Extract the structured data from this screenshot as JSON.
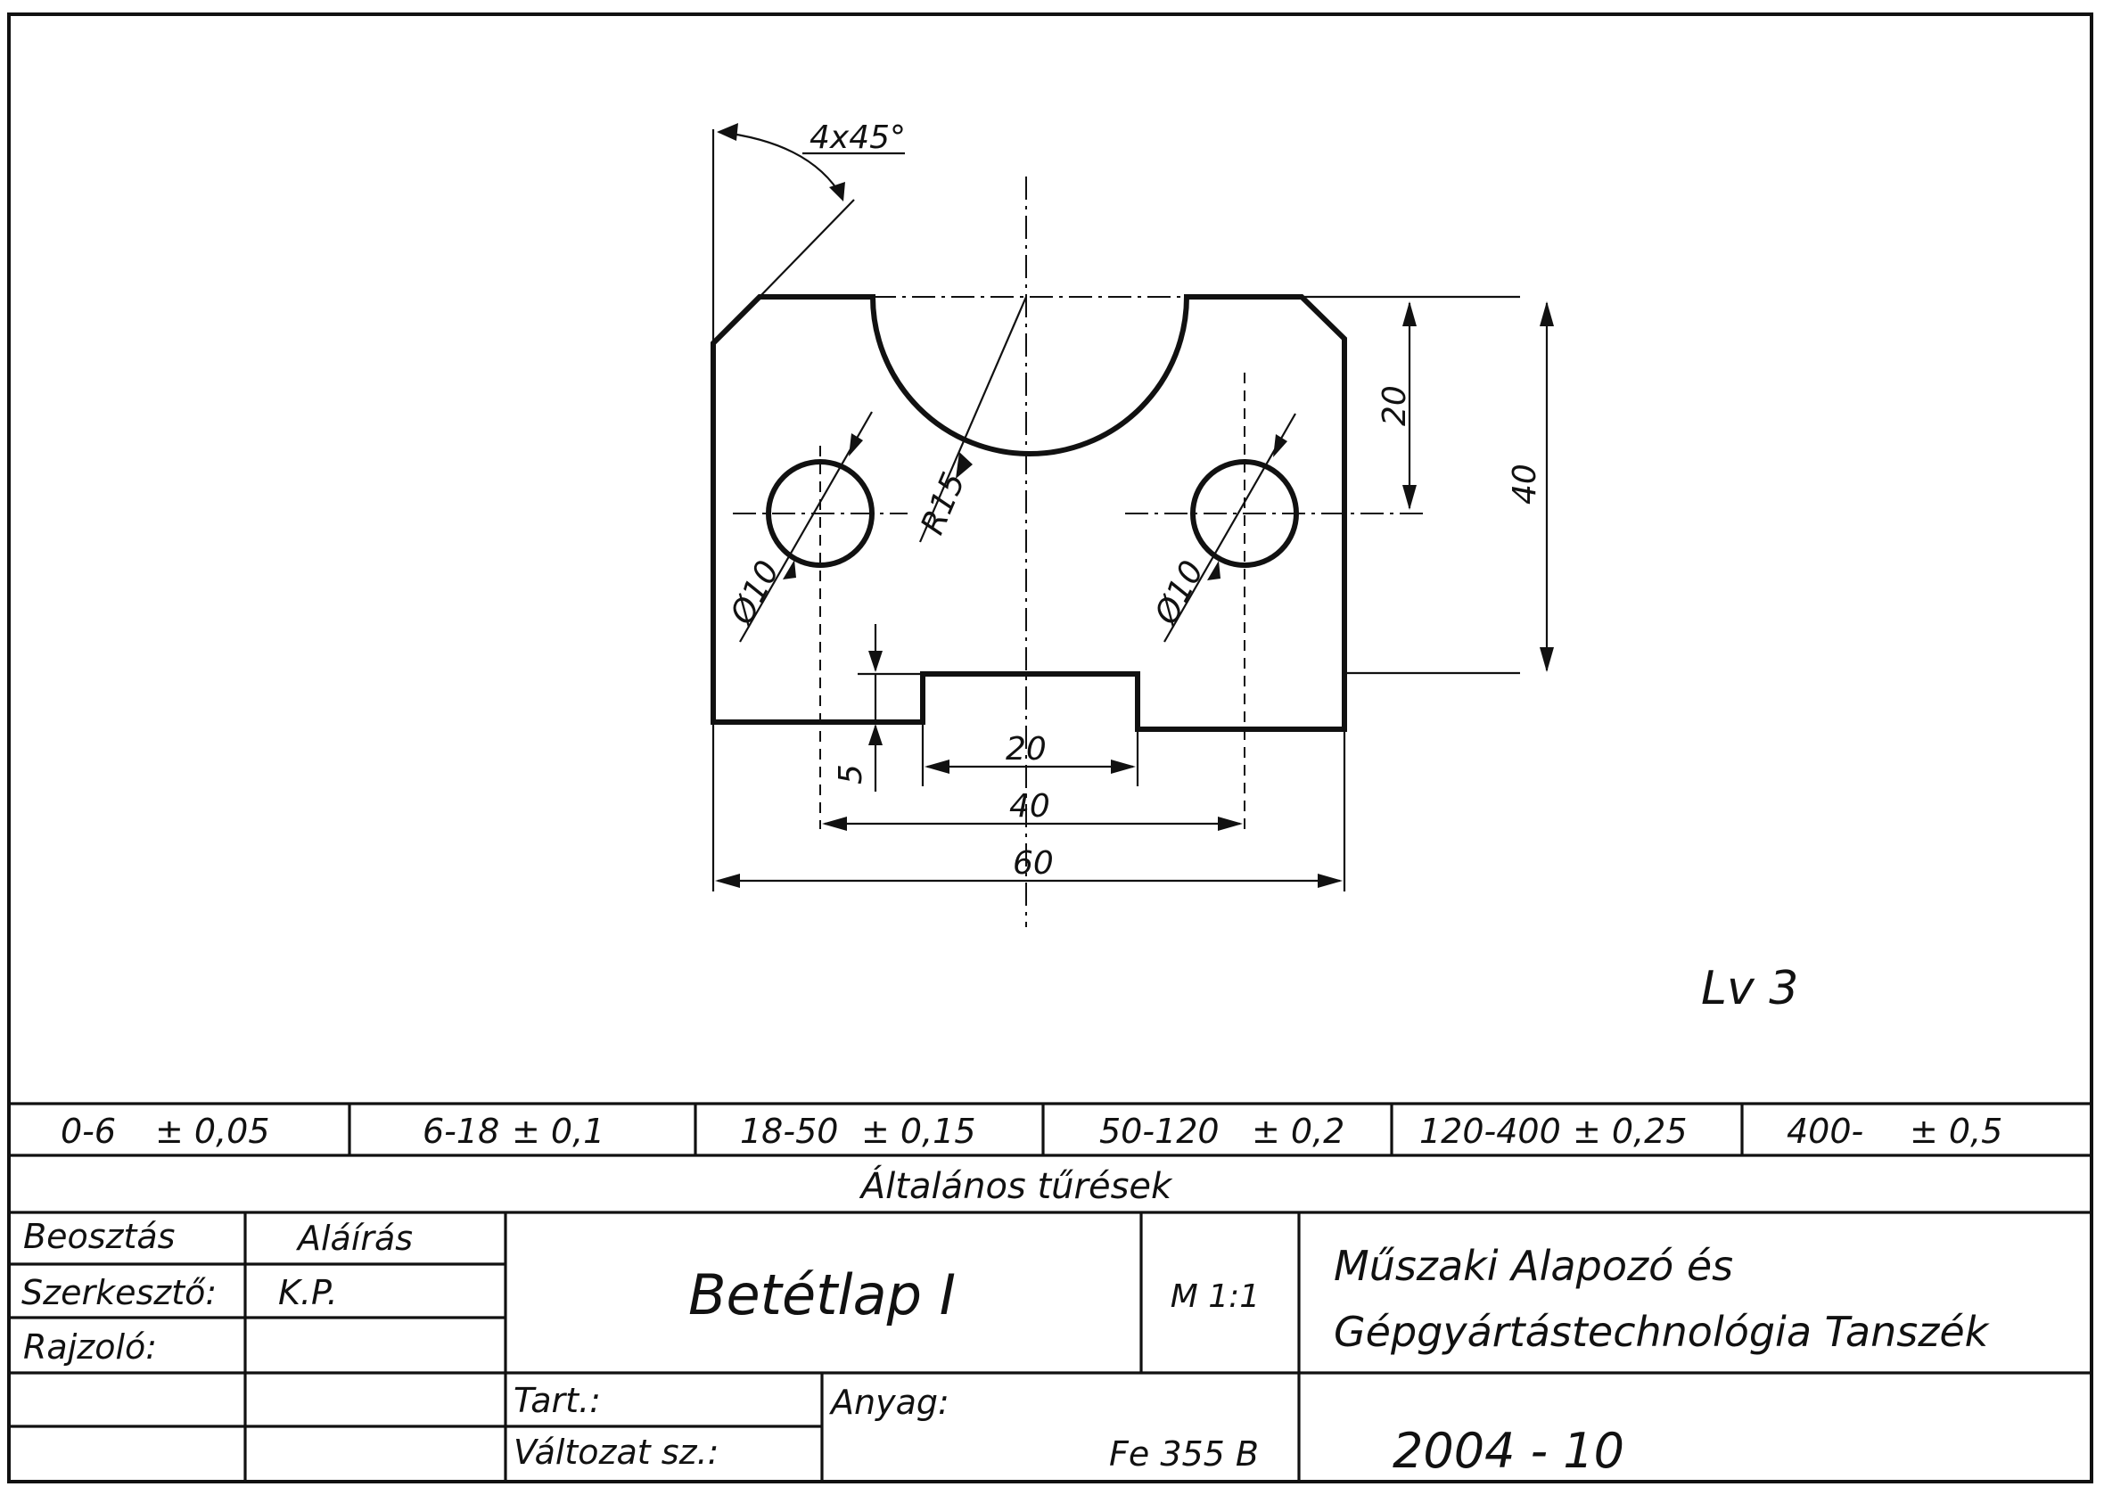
{
  "drawing": {
    "chamfer_label": "4x45°",
    "radius_label": "R15",
    "hole_left_label": "Ø10",
    "hole_right_label": "Ø10",
    "dim_20_vertical": "20",
    "dim_40_vertical": "40",
    "dim_5": "5",
    "dim_20_horizontal": "20",
    "dim_40_horizontal": "40",
    "dim_60": "60",
    "sheet_code": "Lv 3"
  },
  "tolerances": {
    "cells": [
      {
        "range": "0-6",
        "value": "± 0,05"
      },
      {
        "range": "6-18",
        "value": "± 0,1"
      },
      {
        "range": "18-50",
        "value": "± 0,15"
      },
      {
        "range": "50-120",
        "value": "± 0,2"
      },
      {
        "range": "120-400",
        "value": "± 0,25"
      },
      {
        "range": "400-",
        "value": "± 0,5"
      }
    ],
    "title": "Általános tűrések"
  },
  "title_block": {
    "beosztas": "Beosztás",
    "alairas": "Aláírás",
    "szerkeszto": "Szerkesztő:",
    "szerkeszto_value": "K.P.",
    "rajzolo": "Rajzoló:",
    "drawing_title": "Betétlap I",
    "scale": "M 1:1",
    "department_line1": "Műszaki Alapozó és",
    "department_line2": "Gépgyártástechnológia Tanszék",
    "tart": "Tart.:",
    "valtozat": "Változat sz.:",
    "anyag": "Anyag:",
    "material": "Fe 355 B",
    "date": "2004 - 10"
  }
}
